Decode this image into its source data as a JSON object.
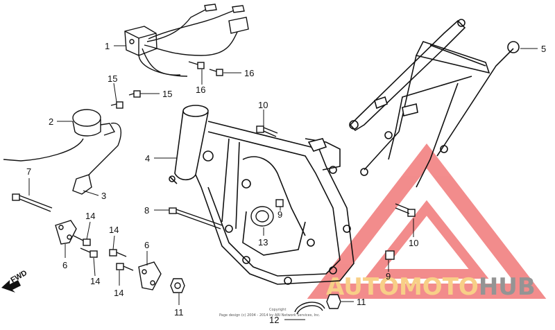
{
  "callouts": [
    {
      "id": "c1a",
      "text": "1"
    },
    {
      "id": "c2",
      "text": "2"
    },
    {
      "id": "c3",
      "text": "3"
    },
    {
      "id": "c4",
      "text": "4"
    },
    {
      "id": "c5",
      "text": "5"
    },
    {
      "id": "c6a",
      "text": "6"
    },
    {
      "id": "c6b",
      "text": "6"
    },
    {
      "id": "c7",
      "text": "7"
    },
    {
      "id": "c8",
      "text": "8"
    },
    {
      "id": "c9a",
      "text": "9"
    },
    {
      "id": "c9b",
      "text": "9"
    },
    {
      "id": "c10a",
      "text": "10"
    },
    {
      "id": "c10b",
      "text": "10"
    },
    {
      "id": "c11a",
      "text": "11"
    },
    {
      "id": "c11b",
      "text": "11"
    },
    {
      "id": "c12",
      "text": "12"
    },
    {
      "id": "c13",
      "text": "13"
    },
    {
      "id": "c14a",
      "text": "14"
    },
    {
      "id": "c14b",
      "text": "14"
    },
    {
      "id": "c14c",
      "text": "14"
    },
    {
      "id": "c14d",
      "text": "14"
    },
    {
      "id": "c15a",
      "text": "15"
    },
    {
      "id": "c15b",
      "text": "15"
    },
    {
      "id": "c16a",
      "text": "16"
    },
    {
      "id": "c16b",
      "text": "16"
    }
  ],
  "direction_label": "FWD",
  "copyright_line1": "Copyright",
  "copyright_line2": "Page design (c) 2004 - 2014 by ARI Network Services, Inc.",
  "watermark": {
    "brand_part1": "AUTOMOTO",
    "brand_part2": "HUB",
    "color_primary": "#f07070",
    "color_secondary": "#f7c46a",
    "color_tertiary": "#7a7a7a"
  }
}
